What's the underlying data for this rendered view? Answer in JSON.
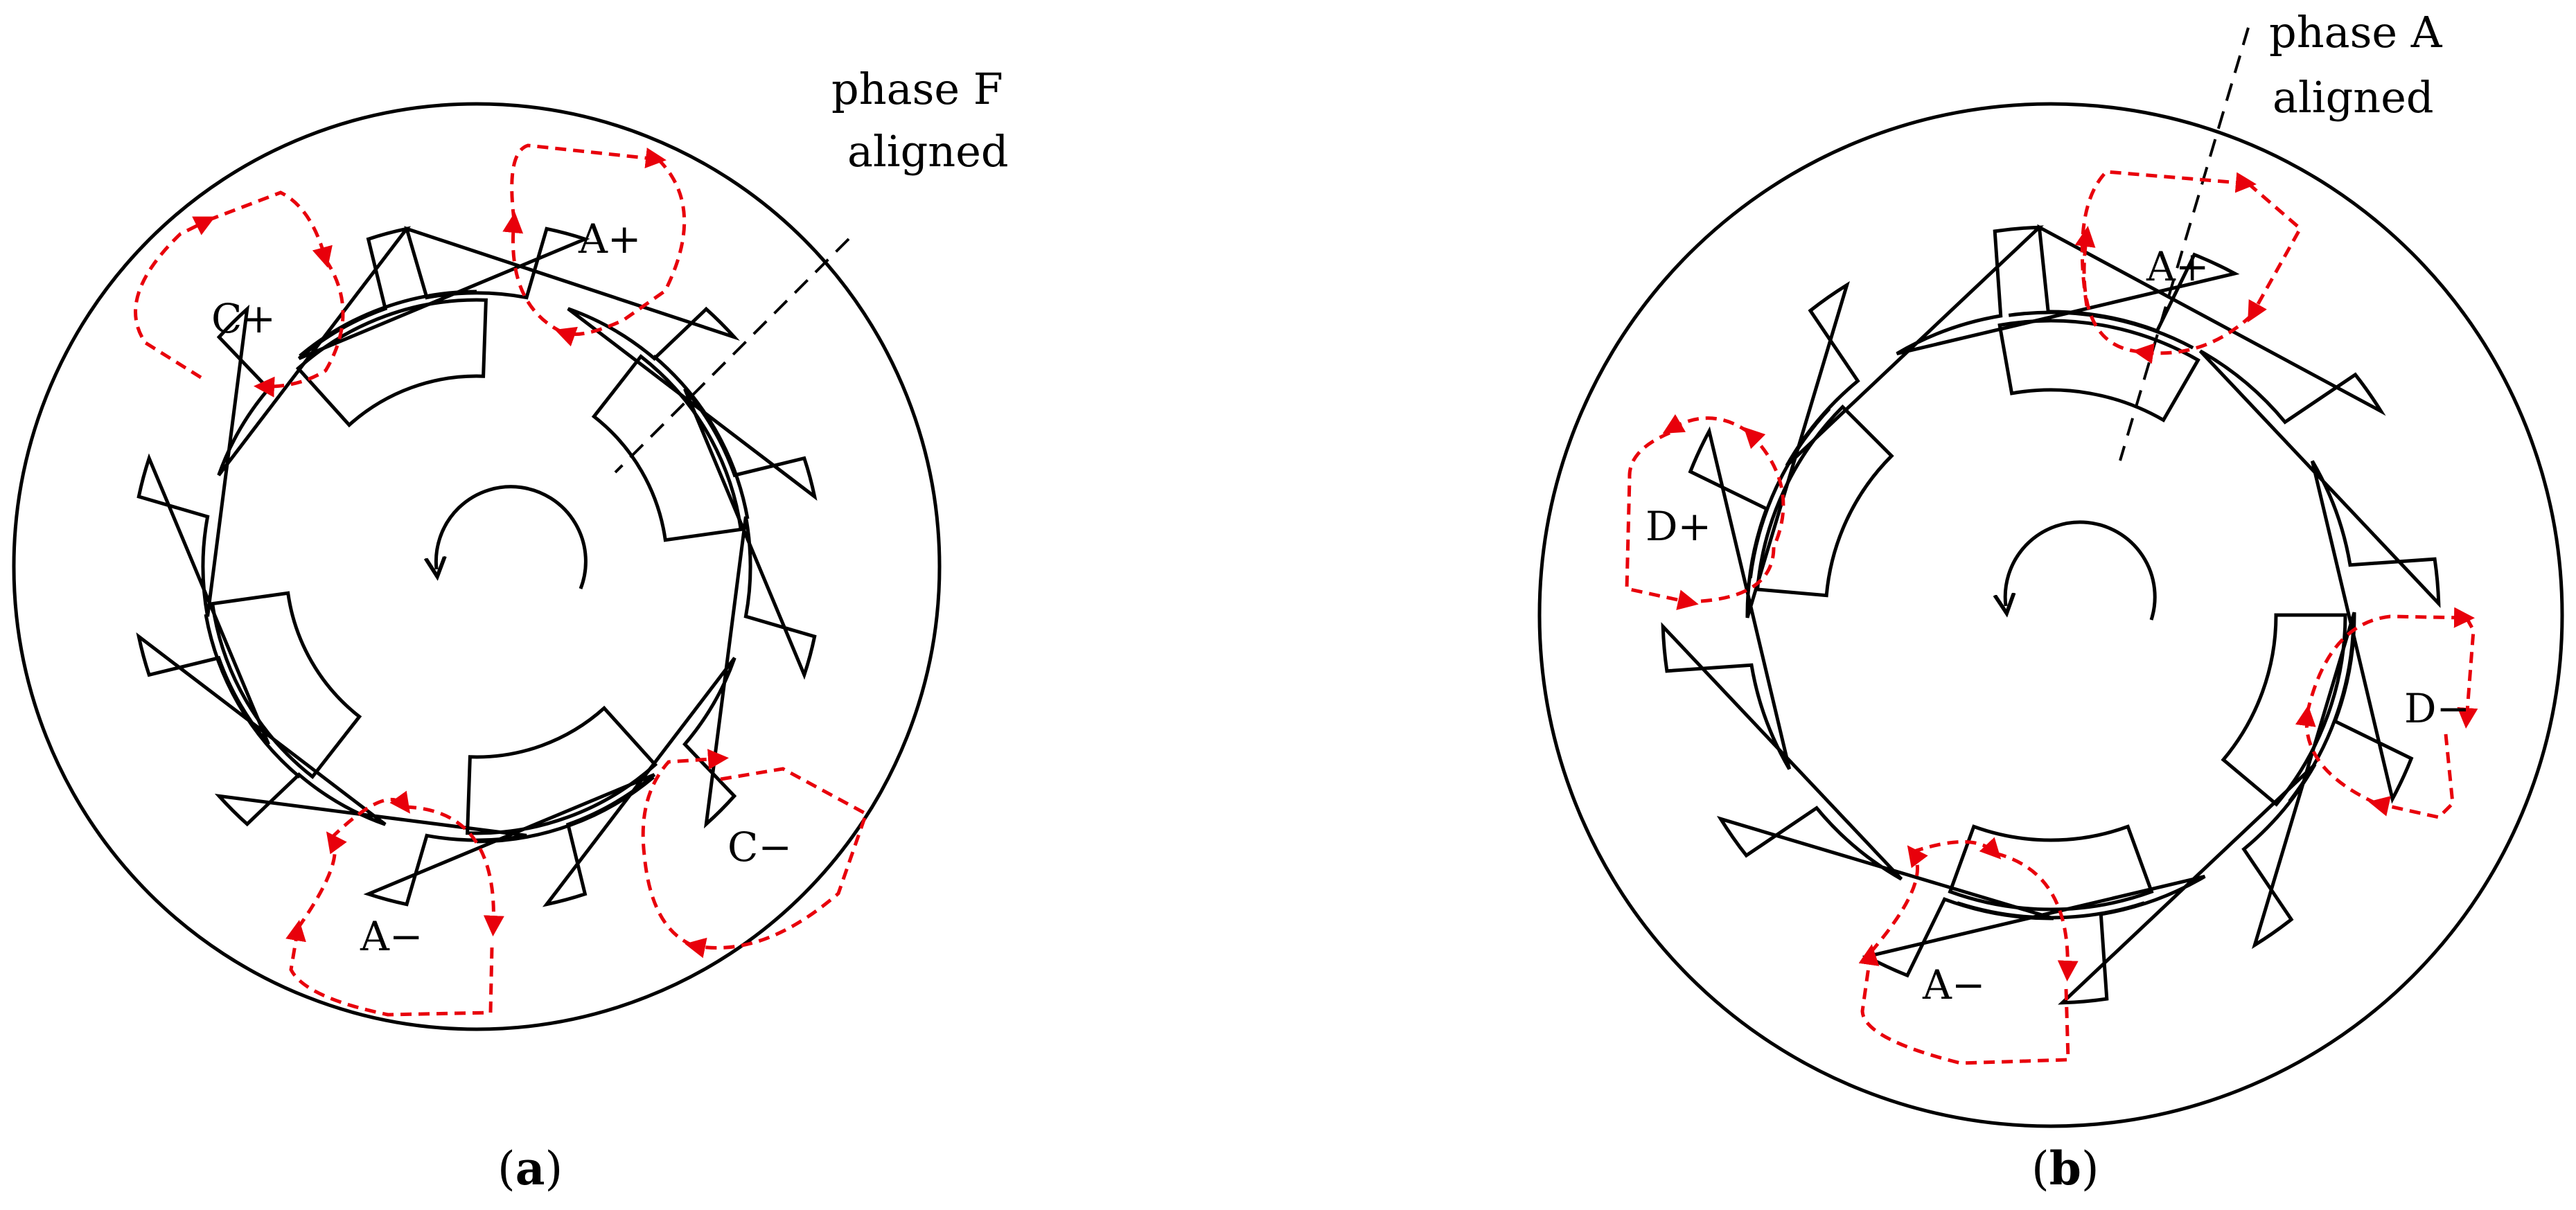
{
  "panels": [
    {
      "id": "a",
      "caption_letter": "a",
      "aligned_note": [
        "phase F",
        "aligned"
      ],
      "winding_labels": [
        "A+",
        "C+",
        "A−",
        "C−"
      ]
    },
    {
      "id": "b",
      "caption_letter": "b",
      "aligned_note": [
        "phase A",
        "aligned"
      ],
      "winding_labels": [
        "A+",
        "D+",
        "A−",
        "D−"
      ]
    }
  ],
  "colors": {
    "line": "#000000",
    "flux": "#e8000b"
  },
  "icons": [
    "rotation-arrow-icon",
    "flux-arrow-icon"
  ]
}
